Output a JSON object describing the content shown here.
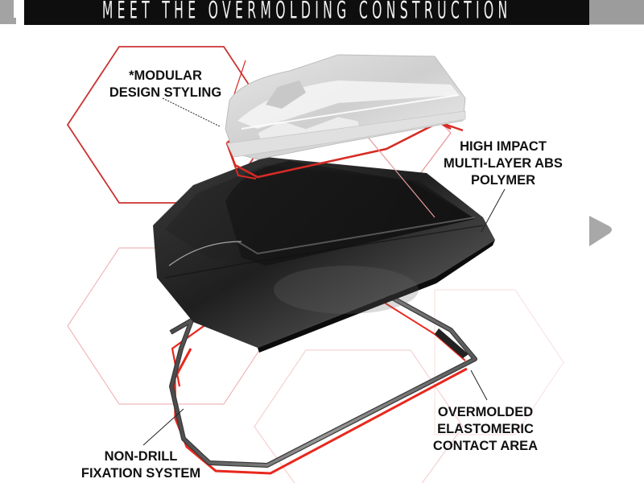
{
  "banner": {
    "title": "MEET THE OVERMOLDING CONSTRUCTION"
  },
  "colors": {
    "banner_bg": "#0e0e0e",
    "banner_text": "#f2f2f2",
    "accent_red": "#d62b25",
    "hex_outline_strong": "#cc3333",
    "hex_outline_light": "#f0b8b8",
    "shell_dark": "#2a2a2a",
    "cover_light": "#dcdcdc",
    "frame_gray": "#7a7a7a",
    "label_text": "#111111",
    "nav_arrow": "#a8a8a8"
  },
  "callouts": [
    {
      "id": "modular",
      "lines": [
        "*MODULAR",
        "DESIGN STYLING"
      ]
    },
    {
      "id": "abs",
      "lines": [
        "HIGH IMPACT",
        "MULTI-LAYER ABS",
        "POLYMER"
      ]
    },
    {
      "id": "elastomeric",
      "lines": [
        "OVERMOLDED",
        "ELASTOMERIC",
        "CONTACT AREA"
      ]
    },
    {
      "id": "fixation",
      "lines": [
        "NON-DRILL",
        "FIXATION SYSTEM"
      ]
    }
  ],
  "navigation": {
    "next_icon": "play-triangle-right"
  },
  "components": {
    "top_cover": "modular-design-cover",
    "shell": "abs-polymer-shell",
    "frame": "elastomeric-frame"
  }
}
